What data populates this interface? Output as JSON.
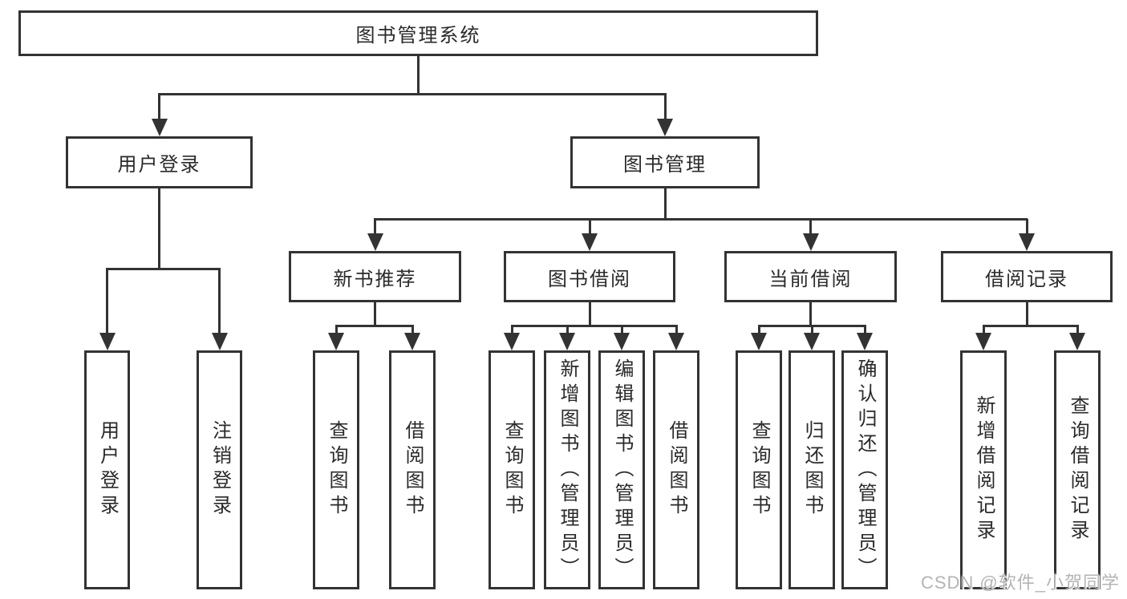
{
  "colors": {
    "line": "#333333",
    "text": "#2a2a2a",
    "background": "#ffffff",
    "watermark": "#b4b4b4"
  },
  "tree": {
    "root": "图书管理系统",
    "children": [
      {
        "label": "用户登录",
        "leaves": [
          "用户登录",
          "注销登录"
        ]
      },
      {
        "label": "图书管理",
        "children": [
          {
            "label": "新书推荐",
            "leaves": [
              "查询图书",
              "借阅图书"
            ]
          },
          {
            "label": "图书借阅",
            "leaves": [
              "查询图书",
              "新增图书（管理员）",
              "编辑图书（管理员）",
              "借阅图书"
            ]
          },
          {
            "label": "当前借阅",
            "leaves": [
              "查询图书",
              "归还图书",
              "确认归还（管理员）"
            ]
          },
          {
            "label": "借阅记录",
            "leaves": [
              "新增借阅记录",
              "查询借阅记录"
            ]
          }
        ]
      }
    ]
  },
  "watermark": "CSDN @软件_小贺同学"
}
